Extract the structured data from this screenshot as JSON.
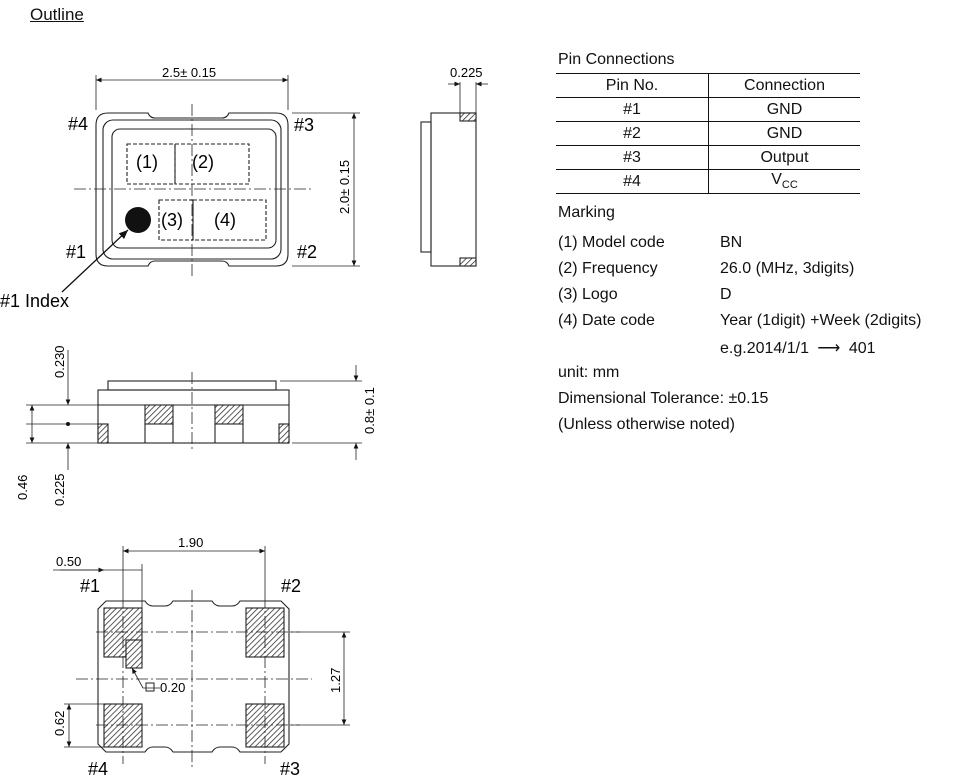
{
  "header": {
    "title": "Outline"
  },
  "top_view": {
    "width_dim": "2.5± 0.15",
    "height_dim": "2.0± 0.15",
    "pins": [
      "#4",
      "#3",
      "#1",
      "#2"
    ],
    "fields": [
      "(1)",
      "(2)",
      "(3)",
      "(4)"
    ],
    "index_label": "#1 Index"
  },
  "side_view": {
    "thickness_dim": "0.225"
  },
  "front_view": {
    "dim_top": "0.230",
    "dim_height": "0.8± 0.1",
    "dim_046": "0.46",
    "dim_0225": "0.225"
  },
  "bottom_view": {
    "dim_190": "1.90",
    "dim_050": "0.50",
    "dim_127": "1.27",
    "dim_062": "0.62",
    "dim_020": "0.20",
    "pins": [
      "#1",
      "#2",
      "#4",
      "#3"
    ]
  },
  "pin_connections": {
    "title": "Pin Connections",
    "headers": [
      "Pin No.",
      "Connection"
    ],
    "rows": [
      {
        "pin": "#1",
        "connection": "GND"
      },
      {
        "pin": "#2",
        "connection": "GND"
      },
      {
        "pin": "#3",
        "connection": "Output"
      },
      {
        "pin": "#4",
        "connection_main": "V",
        "connection_sub": "CC"
      }
    ]
  },
  "marking": {
    "title": "Marking",
    "rows": [
      {
        "key": "(1) Model code",
        "value": "BN"
      },
      {
        "key": "(2) Frequency",
        "value": "26.0 (MHz, 3digits)"
      },
      {
        "key": "(3) Logo",
        "value": "D"
      },
      {
        "key": "(4) Date code",
        "value": "Year (1digit) +Week (2digits)"
      }
    ],
    "example_prefix": "e.g.2014/1/1",
    "example_arrow": "⟶",
    "example_value": "401"
  },
  "notes": {
    "unit": "unit: mm",
    "tolerance": "Dimensional Tolerance: ±0.15",
    "unless": "(Unless otherwise noted)"
  }
}
